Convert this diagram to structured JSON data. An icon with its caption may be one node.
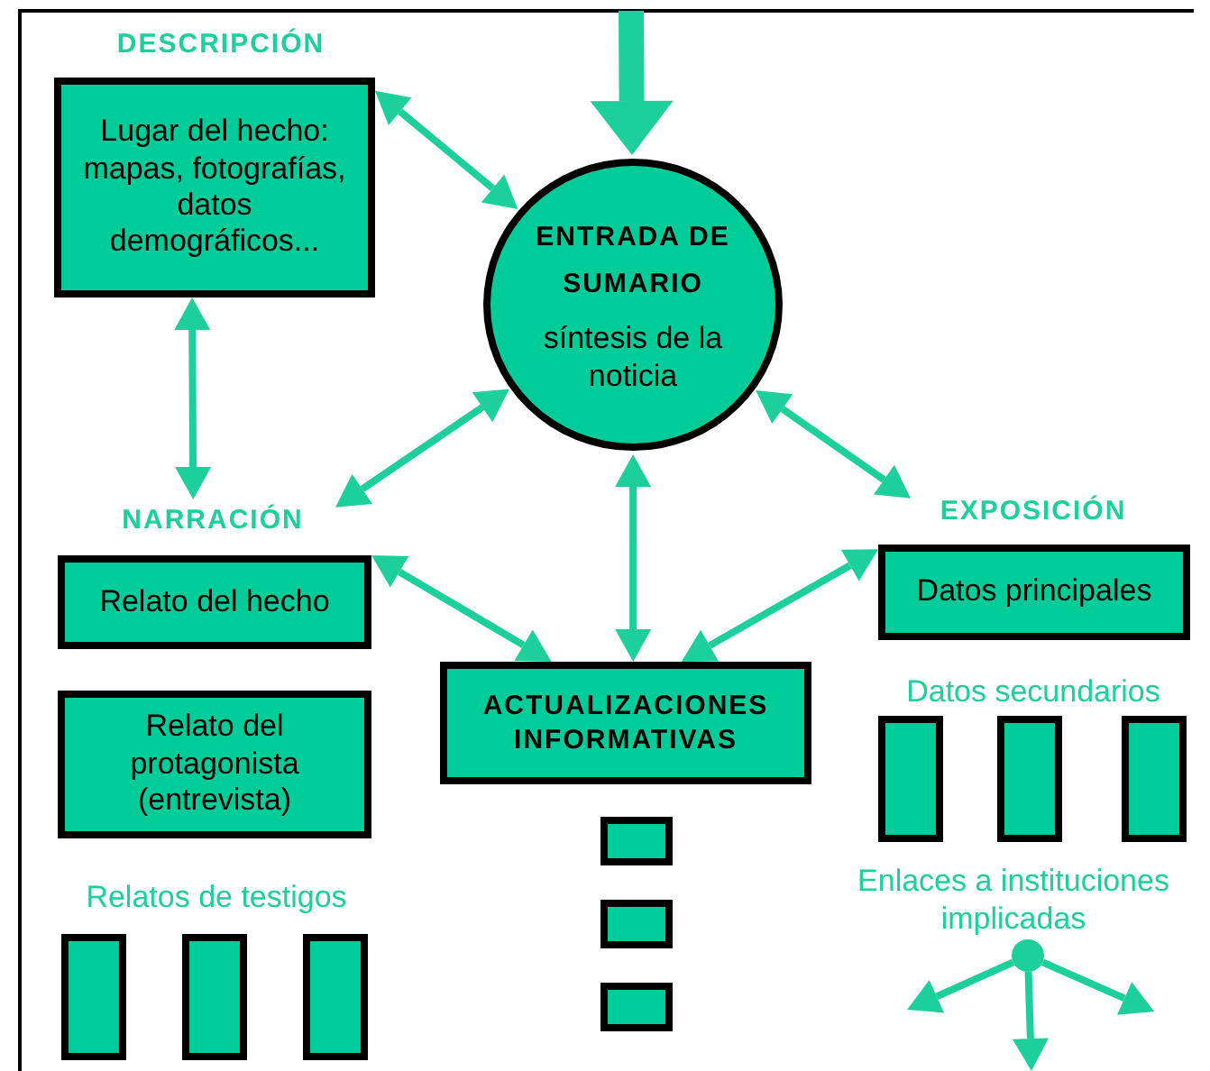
{
  "diagram": {
    "nodes": [
      {
        "text": [
          "DESCRIPCIÓN"
        ]
      },
      {
        "text": [
          "Lugar del hecho: mapas, fotografías, datos demográficos..."
        ]
      },
      {
        "text": [
          "ENTRADA DE SUMARIO",
          "síntesis de la noticia"
        ]
      },
      {
        "text": [
          "NARRACIÓN"
        ]
      },
      {
        "text": [
          "EXPOSICIÓN"
        ]
      },
      {
        "text": [
          "Relato del hecho"
        ]
      },
      {
        "text": [
          "Datos principales"
        ]
      },
      {
        "text": [
          "ACTUALIZACIONES INFORMATIVAS"
        ]
      },
      {
        "text": [
          "Relato del protagonista (entrevista)"
        ]
      },
      {
        "text": [],
        "shape": "box"
      },
      {
        "text": [],
        "shape": "box"
      },
      {
        "text": [],
        "shape": "box"
      },
      {
        "text": [],
        "shape": "box"
      },
      {
        "text": [],
        "shape": "box"
      },
      {
        "text": [],
        "shape": "box"
      },
      {
        "text": [],
        "shape": "box"
      },
      {
        "text": [],
        "shape": "box"
      },
      {
        "text": [],
        "shape": "box"
      },
      {
        "text": [],
        "shape": "circle"
      }
    ],
    "edges": [
      {
        "from": null,
        "to": 2,
        "arrow": "to",
        "style": "thick"
      },
      {
        "from": 1,
        "to": 2,
        "arrow": "both"
      },
      {
        "from": 1,
        "to": 3,
        "arrow": "both"
      },
      {
        "from": 3,
        "to": 2,
        "arrow": "both"
      },
      {
        "from": 2,
        "to": 4,
        "arrow": "both"
      },
      {
        "from": 2,
        "to": 7,
        "arrow": "both"
      },
      {
        "from": 5,
        "to": 7,
        "arrow": "both"
      },
      {
        "from": 6,
        "to": 7,
        "arrow": "both"
      },
      {
        "from": 18,
        "to": null,
        "arrow": "to"
      },
      {
        "from": 18,
        "to": null,
        "arrow": "to"
      },
      {
        "from": 18,
        "to": null,
        "arrow": "to"
      }
    ],
    "labels": [
      "Datos secundarios",
      "Relatos de testigos",
      "Enlaces a instituciones implicadas"
    ]
  }
}
